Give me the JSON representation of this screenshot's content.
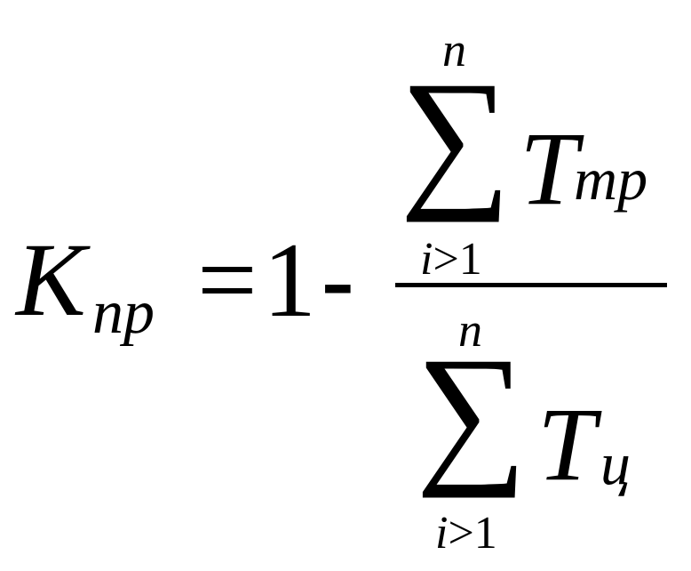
{
  "formula": {
    "lhs": {
      "symbol": "K",
      "subscript": "np"
    },
    "equals": "=",
    "one": "1",
    "minus": "-",
    "numerator": {
      "sum_symbol": "∑",
      "upper": "n",
      "lower": "i>1",
      "term": "T",
      "term_subscript": "mp"
    },
    "denominator": {
      "sum_symbol": "∑",
      "upper": "n",
      "lower": "i>1",
      "term": "T",
      "term_subscript": "ц"
    }
  }
}
